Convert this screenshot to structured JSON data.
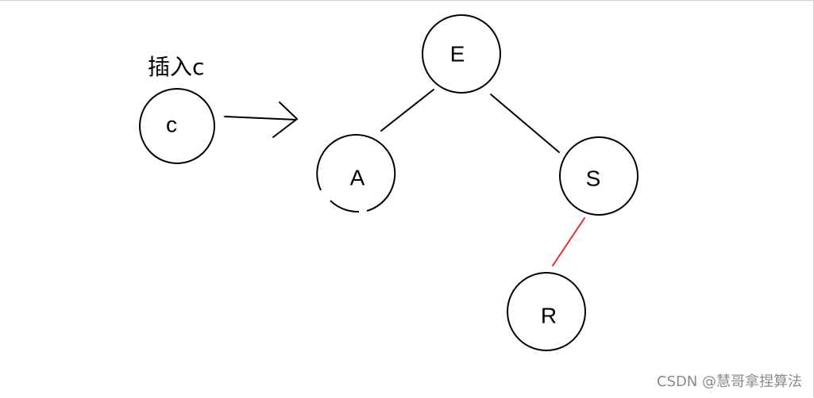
{
  "diagram": {
    "insert_title": "插入c",
    "insert_node": "c",
    "nodes": {
      "E": "E",
      "A": "A",
      "S": "S",
      "R": "R"
    },
    "highlight_color": "#e0302a"
  },
  "watermark": "CSDN @慧哥拿捏算法"
}
